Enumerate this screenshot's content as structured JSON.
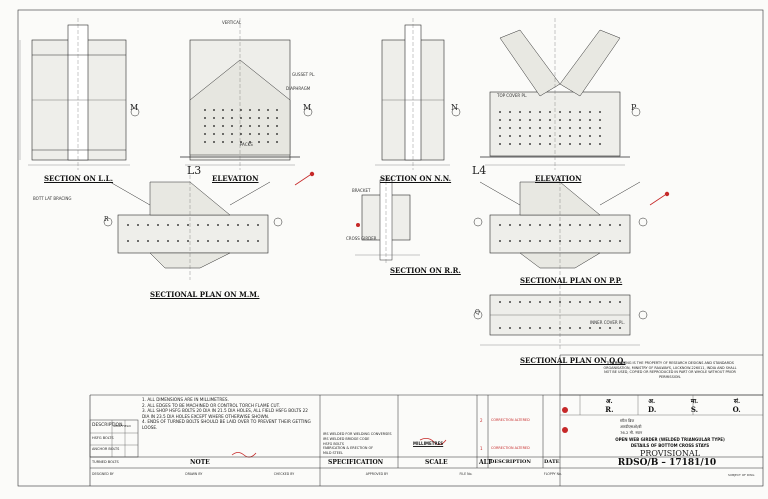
{
  "sections": {
    "ll": "SECTION ON L.L.",
    "elev1": "ELEVATION",
    "nn": "SECTION ON N.N.",
    "elev2": "ELEVATION",
    "mm": "SECTIONAL PLAN ON M.M.",
    "rr": "SECTION ON R.R.",
    "pp": "SECTIONAL PLAN ON P.P.",
    "qq": "SECTIONAL PLAN ON Q.Q."
  },
  "marks": {
    "l3": "L3",
    "l4": "L4",
    "m1": "M",
    "m2": "M",
    "n": "N",
    "r": "R",
    "q": "Q",
    "p": "P"
  },
  "callouts": {
    "vertical": "VERTICAL",
    "gusset_pl": "GUSSET PL.",
    "diaphragm": "DIAPHRAGM",
    "bracket": "BRACKET",
    "bott_lat_bracing": "BOTT LAT BRACING",
    "cross_girder": "CROSS GIRDER",
    "top_cover_pl": "TOP COVER PL.",
    "inner_cover_pl": "INNER COVER PL.",
    "packs": "PACKS"
  },
  "notes": {
    "items": [
      "ALL DIMENSIONS ARE IN MILLIMETRES.",
      "ALL EDGES TO BE MACHINED OR CONTROL TORCH FLAME CUT.",
      "ALL SHOP HSFG BOLTS 20 DIA IN 21.5 DIA HOLES, ALL FIELD HSFG BOLTS 22 DIA IN 23.5 DIA HOLES EXCEPT WHERE OTHERWISE SHOWN.",
      "ENDS OF TURNED BOLTS SHOULD BE LAID OVER TO PREVENT THEIR GETTING LOOSE."
    ],
    "title": "NOTE"
  },
  "legend": {
    "description": "DESCRIPTION",
    "shop_field": "SHOP FIELD",
    "rows": [
      "HSFG BOLTS",
      "ANCHOR BOLTS",
      "TURNED BOLTS"
    ]
  },
  "spec": {
    "lines": [
      "IRS WELDED FOR WELDING CONVERSES",
      "IRS WELDED BRIDGE CODE",
      "HSFG BOLTS",
      "FABRICATION & ERECTION OF",
      "MILD STEEL"
    ],
    "title": "SPECIFICATION"
  },
  "scale": {
    "unit": "MILLIMETRES",
    "title": "SCALE"
  },
  "alteration": {
    "rows": [
      {
        "no": "2",
        "desc": "CORRECTION ALTERED",
        "date": ""
      },
      {
        "no": "1",
        "desc": "CORRECTION ALTERED",
        "date": ""
      }
    ],
    "alt": "ALT",
    "description": "DESCRIPTION",
    "date": "DATE"
  },
  "property": "THIS DRAWING IS THE PROPERTY OF RESEARCH DESIGNS AND STANDARDS ORGANISATION, MINISTRY OF RAILWAYS, LUCKNOW-226011, INDIA AND SHALL NOT BE USED, COPIED OR REPRODUCED IN PART OR WHOLE WITHOUT PRIOR PERMISSION.",
  "org": {
    "hi1": "अ.",
    "hi2": "अ.",
    "hi3": "मा.",
    "hi4": "सं.",
    "en1": "R.",
    "en2": "D.",
    "en3": "S.",
    "en4": "O."
  },
  "title": {
    "hindi1": "स्टील ब्रिज",
    "hindi2": "आरडीएसओ/बी",
    "hindi3": "76.2 मी. स्पान",
    "project": "OPEN WEB GIRDER (WELDED TRIANGULAR TYPE)",
    "detail": "DETAILS OF BOTTOM CROSS STAYS",
    "status": "PROVISIONAL"
  },
  "drawing_no": "RDSO/B  –  17181/10",
  "sheet_ref": "SUBJECT OF DWG",
  "bottom": {
    "c1": "DESIGNED BY",
    "c2": "DRAWN BY",
    "c3": "CHECKED BY",
    "c4": "APPROVED BY",
    "c5": "FILE No.",
    "c6": "FLOPPY No."
  }
}
